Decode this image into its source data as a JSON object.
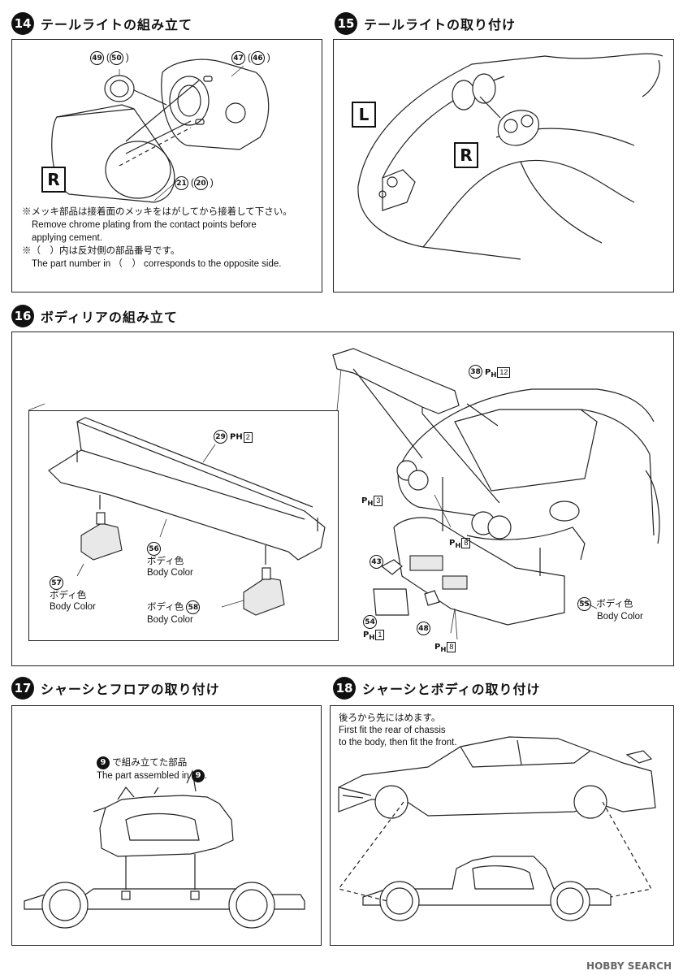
{
  "step14": {
    "number": "14",
    "title": "テールライトの組み立て",
    "parts": {
      "p49": "49",
      "p50": "50",
      "p47": "47",
      "p46": "46",
      "p21": "21",
      "p20": "20"
    },
    "tag": "R",
    "note_jp_1": "※メッキ部品は接着面のメッキをはがしてから接着して下さい。",
    "note_en_1": "Remove chrome plating from the contact points before",
    "note_en_1b": "applying cement.",
    "note_jp_2": "※（　）内は反対側の部品番号です。",
    "note_en_2": "The part number in （　） corresponds to the opposite side."
  },
  "step15": {
    "number": "15",
    "title": "テールライトの取り付け",
    "tag_left": "L",
    "tag_right": "R"
  },
  "step16": {
    "number": "16",
    "title": "ボディリアの組み立て",
    "ph_label": "PH",
    "p29": "29",
    "p29_ph": "2",
    "p56": "56",
    "p56_jp": "ボディ色",
    "p56_en": "Body Color",
    "p57": "57",
    "p57_jp": "ボディ色",
    "p57_en": "Body Color",
    "p58": "58",
    "p58_jp": "ボディ色",
    "p58_en": "Body Color",
    "p38": "38",
    "p38_ph": "12",
    "ph3": "3",
    "ph8a": "8",
    "p43": "43",
    "p54": "54",
    "p54_ph": "1",
    "p48": "48",
    "ph8b": "8",
    "p55": "55",
    "p55_jp": "ボディ色",
    "p55_en": "Body Color"
  },
  "step17": {
    "number": "17",
    "title": "シャーシとフロアの取り付け",
    "ref_num": "9",
    "ref_jp": "で組み立てた部品",
    "ref_en": "The part assembled in"
  },
  "step18": {
    "number": "18",
    "title": "シャーシとボディの取り付け",
    "note_jp": "後ろから先にはめます。",
    "note_en_1": "First fit the rear of chassis",
    "note_en_2": "to the body, then fit the front."
  },
  "watermark": "HOBBY SEARCH"
}
